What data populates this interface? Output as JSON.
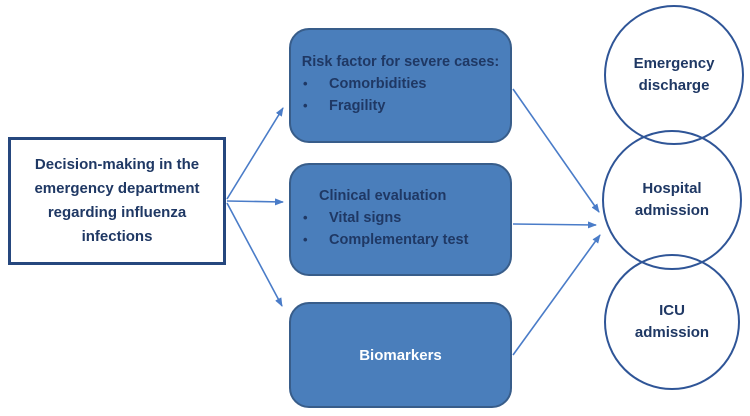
{
  "source_box": {
    "text": "Decision-making in the emergency department regarding influenza infections"
  },
  "boxes": {
    "risk": {
      "title": "Risk factor for severe cases:",
      "bullet": "•",
      "items": [
        "Comorbidities",
        "Fragility"
      ]
    },
    "clinical": {
      "title": "Clinical evaluation",
      "bullet": "•",
      "items": [
        "Vital signs",
        "Complementary test"
      ]
    },
    "biomarkers": {
      "title": "Biomarkers"
    }
  },
  "outcomes": [
    {
      "label": "Emergency discharge"
    },
    {
      "label": "Hospital admission"
    },
    {
      "label": "ICU admission"
    }
  ],
  "colors": {
    "box_fill": "#4A7EBB",
    "box_border": "#385D8A",
    "source_border": "#26477E",
    "circle_border": "#2F5597",
    "text_navy": "#1F3864",
    "biomarkers_text": "#FFFFFF",
    "arrow": "#4A7CC8",
    "background": "#FFFFFF"
  }
}
